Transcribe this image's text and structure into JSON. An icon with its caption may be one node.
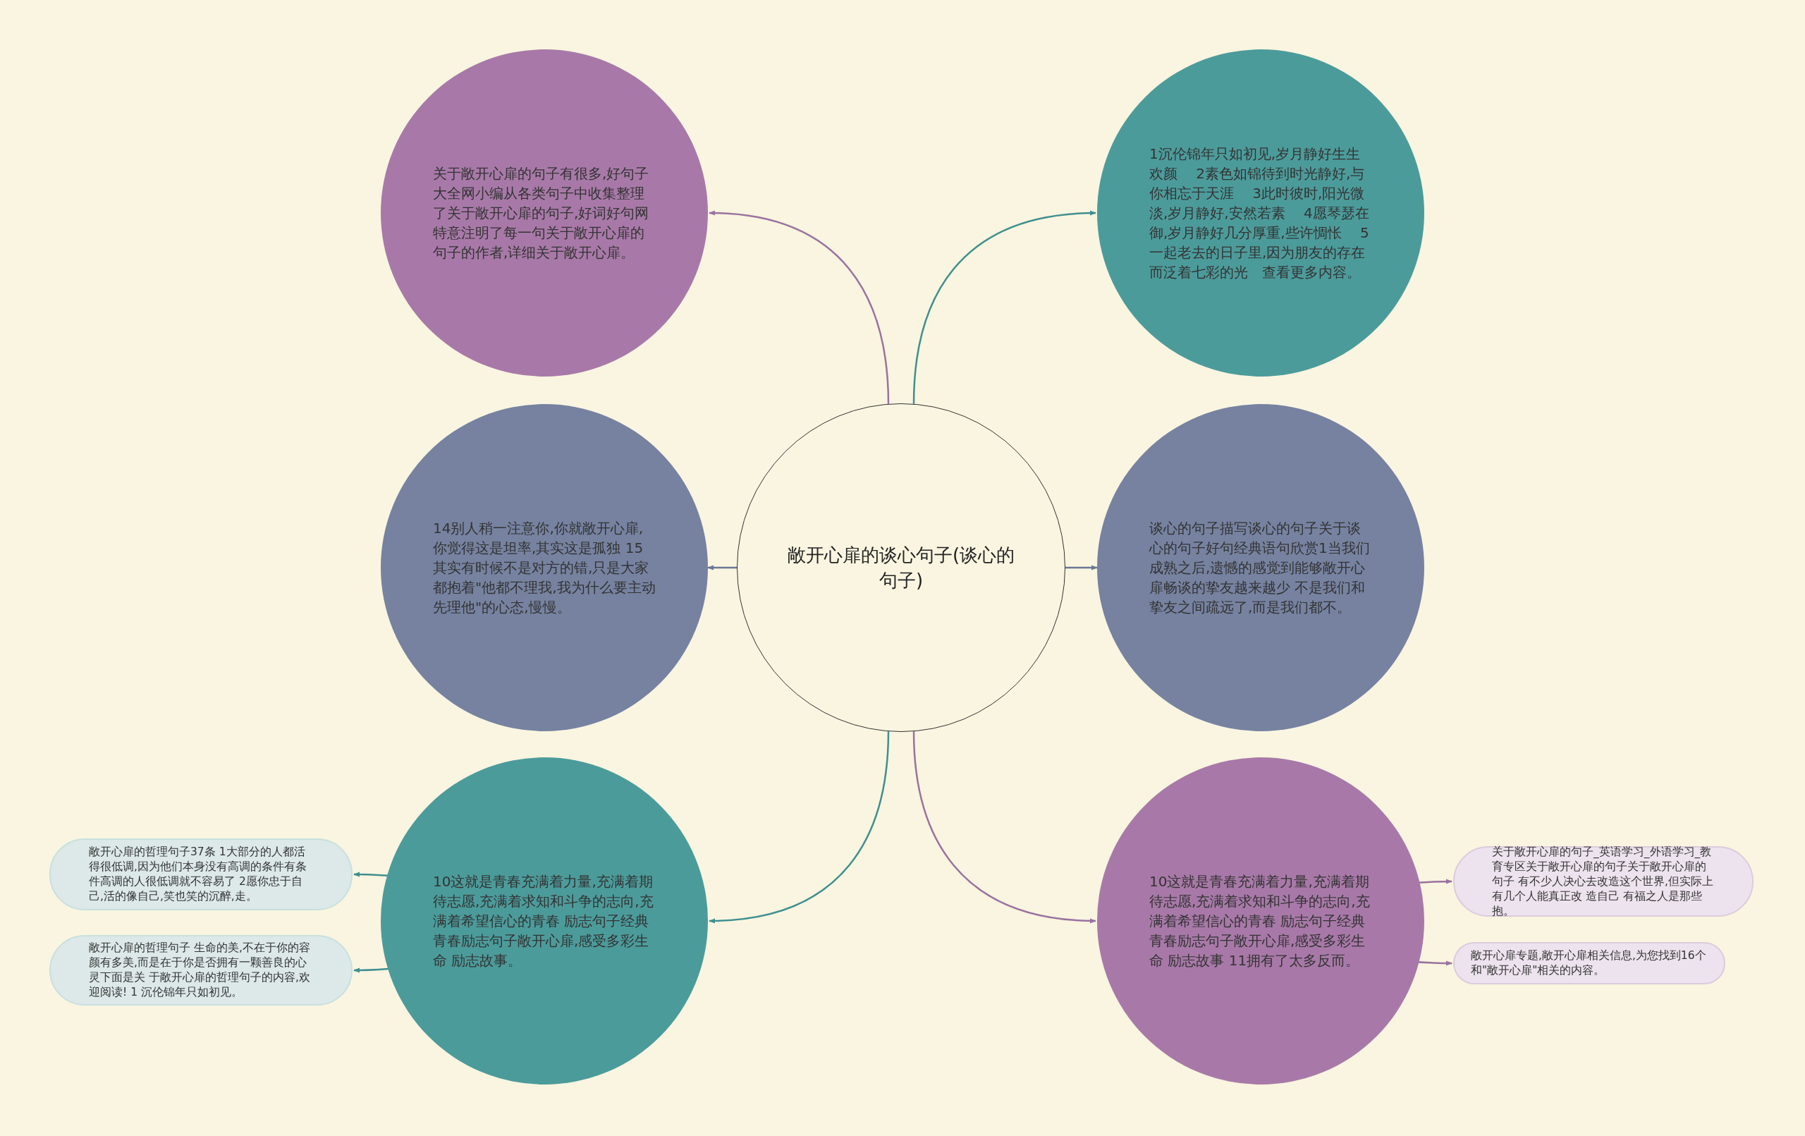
{
  "diagram": {
    "nodes": [
      {
        "text": [
          "敞开心扉的谈心句子(谈心的句子)"
        ]
      },
      {
        "text": [
          "关于敞开心扉的句子有很多,好句子大全网小编从各类句子中收集整理了关于敞开心扉的句子,好词好句网特意注明了每一句关于敞开心扉的句子的作者,详细关于敞开心扉。"
        ]
      },
      {
        "text": [
          "1沉伦锦年只如初见,岁月静好生生欢颜　 2素色如锦待到时光静好,与你相忘于天涯　 3此时彼时,阳光微淡,岁月静好,安然若素　 4愿琴瑟在御,岁月静好几分厚重,些许惆怅　 5一起老去的日子里,因为朋友的存在而泛着七彩的光　查看更多内容。"
        ]
      },
      {
        "text": [
          "14别人稍一注意你,你就敞开心扉,你觉得这是坦率,其实这是孤独 15其实有时候不是对方的错,只是大家都抱着\"他都不理我,我为什么要主动先理他\"的心态,慢慢。"
        ]
      },
      {
        "text": [
          "谈心的句子描写谈心的句子关于谈心的句子好句经典语句欣赏1当我们成熟之后,遗憾的感觉到能够敞开心扉畅谈的挚友越来越少 不是我们和挚友之间疏远了,而是我们都不。"
        ]
      },
      {
        "text": [
          "10这就是青春充满着力量,充满着期待志愿,充满着求知和斗争的志向,充满着希望信心的青春 励志句子经典青春励志句子敞开心扉,感受多彩生命 励志故事。"
        ]
      },
      {
        "text": [
          "10这就是青春充满着力量,充满着期待志愿,充满着求知和斗争的志向,充满着希望信心的青春 励志句子经典青春励志句子敞开心扉,感受多彩生命 励志故事 11拥有了太多反而。"
        ]
      },
      {
        "text": [
          "敞开心扉的哲理句子37条 1大部分的人都活得很低调,因为他们本身没有高调的条件有条件高调的人很低调就不容易了 2愿你忠于自己,活的像自己,笑也笑的沉醉,走。"
        ]
      },
      {
        "text": [
          "敞开心扉的哲理句子 生命的美,不在于你的容颜有多美,而是在于你是否拥有一颗善良的心灵下面是关 于敞开心扉的哲理句子的内容,欢迎阅读! 1 沉伦锦年只如初见。"
        ]
      },
      {
        "text": [
          "关于敞开心扉的句子_英语学习_外语学习_教育专区关于敞开心扉的句子关于敞开心扉的句子 有不少人决心去改造这个世界,但实际上有几个人能真正改 造自己 有福之人是那些抱。"
        ]
      },
      {
        "text": [
          "敞开心扉专题,敞开心扉相关信息,为您找到16个和\"敞开心扉\"相关的内容。"
        ]
      }
    ],
    "edges": [
      {
        "from": 0,
        "to": 1,
        "arrow": "to",
        "color": "#9a72a0"
      },
      {
        "from": 0,
        "to": 2,
        "arrow": "to",
        "color": "#3f8f8f"
      },
      {
        "from": 0,
        "to": 3,
        "arrow": "to",
        "color": "#6a7796"
      },
      {
        "from": 0,
        "to": 4,
        "arrow": "to",
        "color": "#6a7796"
      },
      {
        "from": 0,
        "to": 5,
        "arrow": "to",
        "color": "#3f8f8f"
      },
      {
        "from": 0,
        "to": 6,
        "arrow": "to",
        "color": "#9a72a0"
      },
      {
        "from": 5,
        "to": 7,
        "arrow": "to",
        "color": "#3f8f8f"
      },
      {
        "from": 5,
        "to": 8,
        "arrow": "to",
        "color": "#3f8f8f"
      },
      {
        "from": 6,
        "to": 9,
        "arrow": "to",
        "color": "#9a72a0"
      },
      {
        "from": 6,
        "to": 10,
        "arrow": "to",
        "color": "#9a72a0"
      }
    ]
  }
}
